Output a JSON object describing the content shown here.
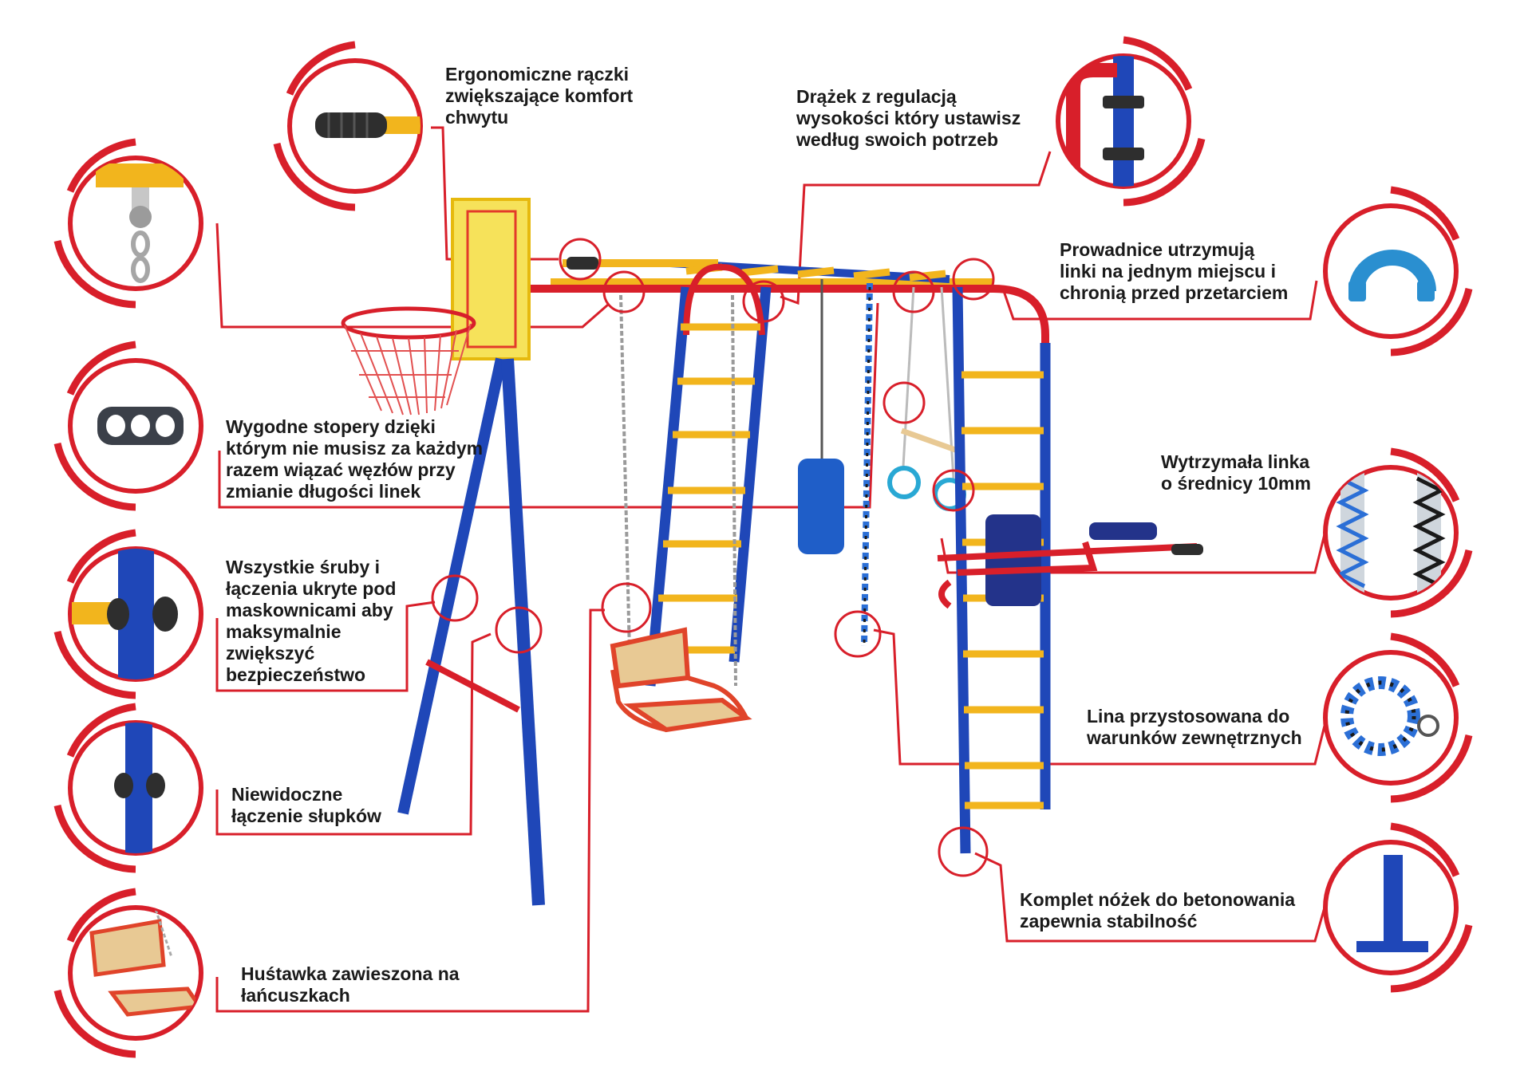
{
  "callouts": {
    "handles": [
      "Ergonomiczne rączki",
      "zwiększające komfort",
      "chwytu"
    ],
    "bar": [
      "Drążek z regulacją",
      "wysokości który ustawisz",
      "według swoich potrzeb"
    ],
    "guides": [
      "Prowadnice utrzymują",
      "linki na jednym miejscu i",
      "chronią przed przetarciem"
    ],
    "stoppers": [
      "Wygodne stopery dzięki",
      "którym nie musisz za każdym",
      "razem wiązać węzłów przy",
      "zmianie długości linek"
    ],
    "cord": [
      "Wytrzymała linka",
      "o średnicy 10mm"
    ],
    "screws": [
      "Wszystkie śruby i",
      "łączenia ukryte pod",
      "maskownicami aby",
      "maksymalnie",
      "zwiększyć",
      "bezpieczeństwo"
    ],
    "rope": [
      "Lina przystosowana do",
      "warunków zewnętrznych"
    ],
    "joints": [
      "Niewidoczne",
      "łączenie słupków"
    ],
    "feet": [
      "Komplet nóżek do betonowania",
      "zapewnia stabilność"
    ],
    "swing": [
      "Huśtawka zawieszona na",
      "łańcuszkach"
    ]
  },
  "icons": {
    "pulley": "pulley-hook-icon",
    "handle": "grip-handle-icon",
    "bar": "adjustable-bar-clamp-icon",
    "guide": "rope-guide-ring-icon",
    "stopper": "three-hole-stopper-icon",
    "cord": "braided-cord-icon",
    "screw": "hidden-bolt-cover-icon",
    "rope": "coiled-rope-icon",
    "joint": "post-joint-icon",
    "foot": "concrete-foot-icon",
    "swing": "swing-seat-icon"
  },
  "colors": {
    "accent_red": "#d81f2a",
    "frame_blue": "#1f47b8",
    "rung_yellow": "#f2b51d",
    "text": "#1a1a1a"
  }
}
